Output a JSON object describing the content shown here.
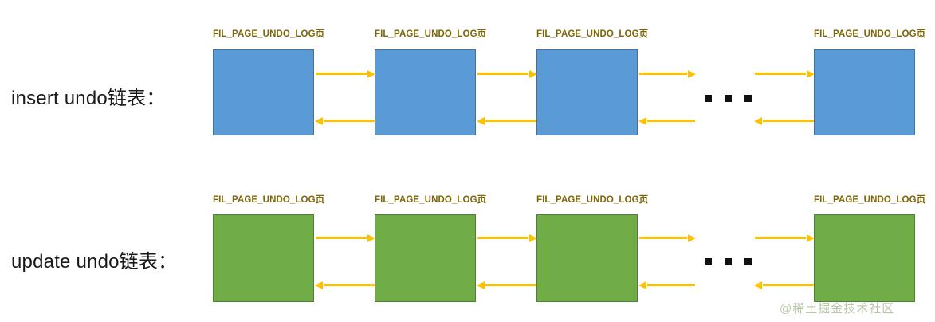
{
  "diagram": {
    "title_hidden": "",
    "colors": {
      "blue_fill": "#5B9BD5",
      "blue_border": "#41719C",
      "green_fill": "#70AD47",
      "green_border": "#507E32",
      "arrow": "#FFC000",
      "node_label": "#7D6608",
      "row_label": "#1A1A1A",
      "dot": "#111111",
      "watermark": "#B9C7A9",
      "background": "#FFFFFF"
    },
    "rows": [
      {
        "id": "insert-undo",
        "label": "insert undo链表：",
        "node_color": "blue",
        "nodes": [
          {
            "label": "FIL_PAGE_UNDO_LOG页"
          },
          {
            "label": "FIL_PAGE_UNDO_LOG页"
          },
          {
            "label": "FIL_PAGE_UNDO_LOG页"
          },
          {
            "label": "FIL_PAGE_UNDO_LOG页"
          }
        ],
        "ellipsis": "▪ ▪ ▪",
        "connector_directions": [
          "forward",
          "backward"
        ]
      },
      {
        "id": "update-undo",
        "label": "update undo链表：",
        "node_color": "green",
        "nodes": [
          {
            "label": "FIL_PAGE_UNDO_LOG页"
          },
          {
            "label": "FIL_PAGE_UNDO_LOG页"
          },
          {
            "label": "FIL_PAGE_UNDO_LOG页"
          },
          {
            "label": "FIL_PAGE_UNDO_LOG页"
          }
        ],
        "ellipsis": "▪ ▪ ▪",
        "connector_directions": [
          "forward",
          "backward"
        ]
      }
    ]
  },
  "watermark": {
    "text": "@稀土掘金技术社区"
  }
}
